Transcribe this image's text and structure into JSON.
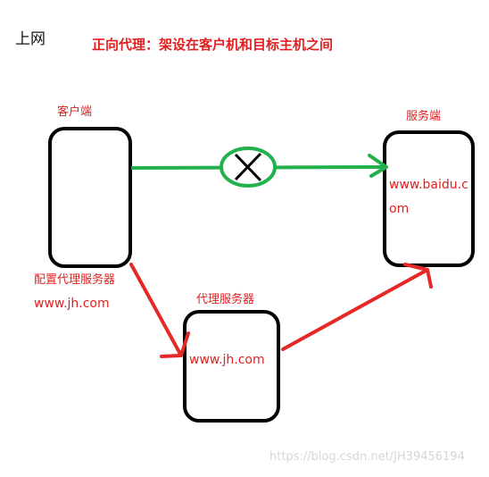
{
  "heading": "上网",
  "title": "正向代理：架设在客户机和目标主机之间",
  "client": {
    "label": "客户端",
    "config_label": "配置代理服务器",
    "config_url": "www.jh.com"
  },
  "server": {
    "label": "服务端",
    "url_line1": "www.baidu.c",
    "url_line2": "om"
  },
  "proxy": {
    "label": "代理服务器",
    "url": "www.jh.com"
  },
  "watermark": "https://blog.csdn.net/JH39456194",
  "colors": {
    "box_stroke": "#000000",
    "blocked_line": "#22b14c",
    "arrow": "#e52828",
    "text_red": "#e02020"
  }
}
